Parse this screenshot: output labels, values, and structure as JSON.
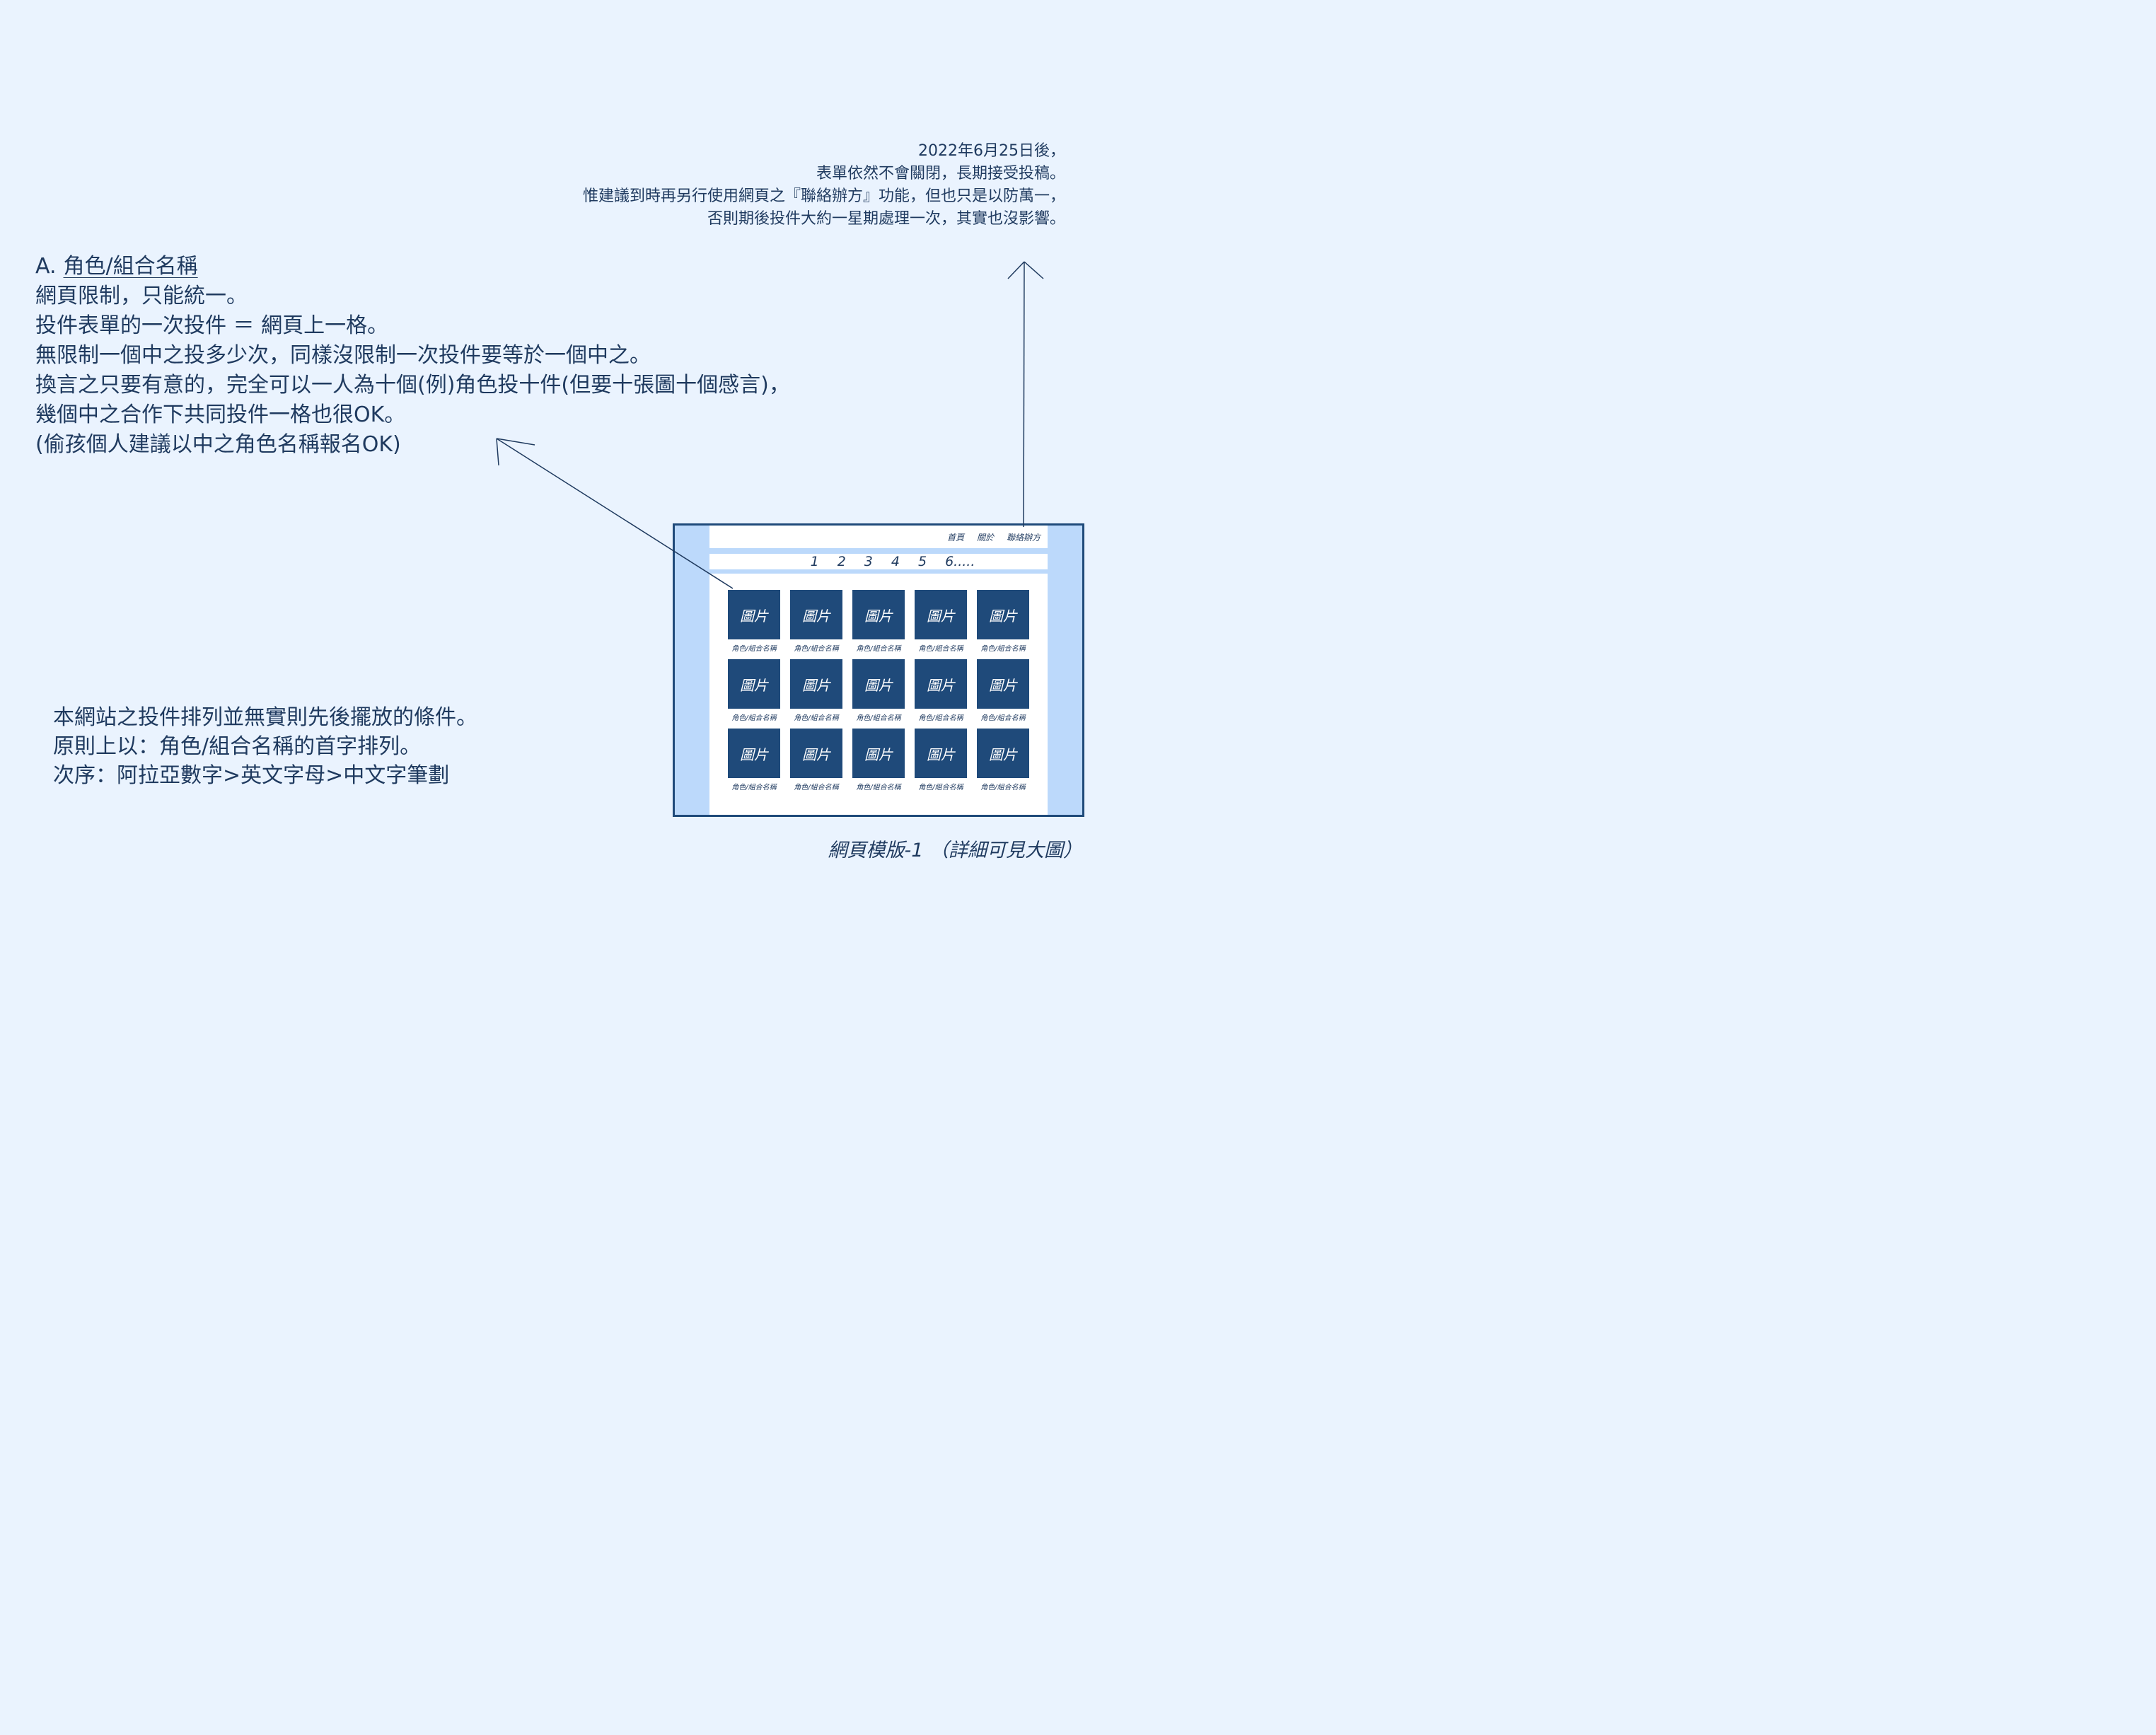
{
  "top_notes": [
    "2022年6月25日後，",
    "表單依然不會關閉，長期接受投稿。",
    "惟建議到時再另行使用網頁之『聯絡辦方』功能，但也只是以防萬一，",
    "否則期後投件大約一星期處理一次，其實也沒影響。"
  ],
  "section_a": {
    "prefix": "A.",
    "heading": "角色/組合名稱",
    "lines": [
      "網頁限制，只能統一。",
      "投件表單的一次投件 ＝ 網頁上一格。",
      "無限制一個中之投多少次，同樣沒限制一次投件要等於一個中之。",
      "換言之只要有意的，完全可以一人為十個(例)角色投十件(但要十張圖十個感言)，",
      "幾個中之合作下共同投件一格也很OK。",
      "(偷孩個人建議以中之角色名稱報名OK)"
    ]
  },
  "order_notes": [
    "本網站之投件排列並無實則先後擺放的條件。",
    "原則上以：角色/組合名稱的首字排列。",
    "次序：阿拉亞數字>英文字母>中文字筆劃"
  ],
  "mockup": {
    "nav": [
      "首頁",
      "關於",
      "聯絡辦方"
    ],
    "pages": [
      "1",
      "2",
      "3",
      "4",
      "5",
      "6....."
    ],
    "tile_image_label": "圖片",
    "tile_caption": "角色/組合名稱",
    "caption": "網頁模版-1 （詳細可見大圖）"
  },
  "colors": {
    "background": "#eaf3fe",
    "text": "#1f3a5f",
    "mock_frame": "#1f4a7a",
    "mock_side": "#bcd9fb",
    "tile": "#1f4a7a"
  }
}
